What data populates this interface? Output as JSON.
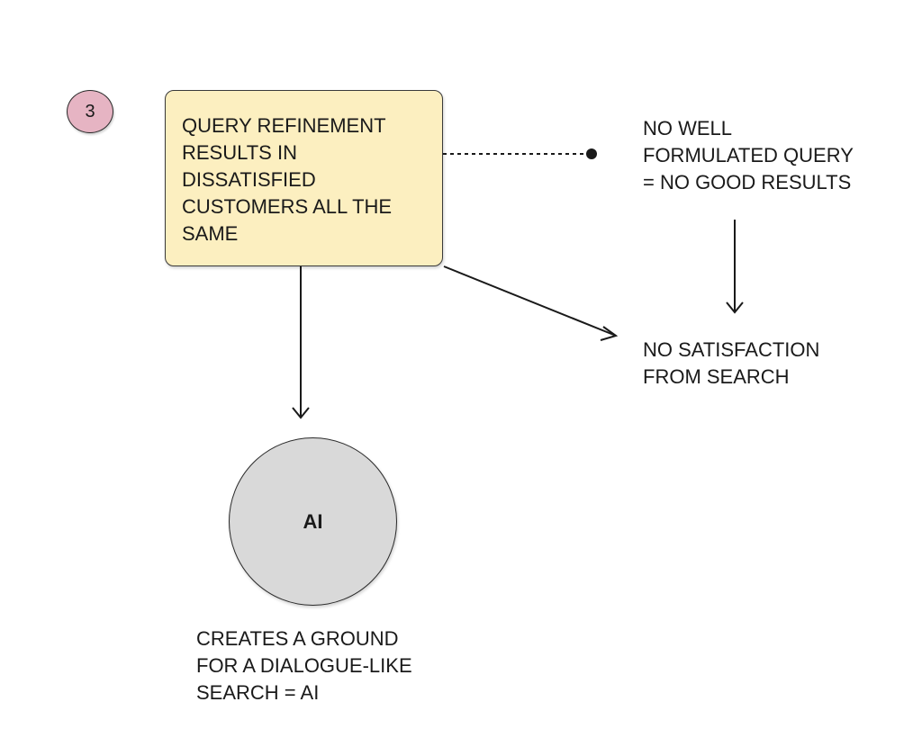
{
  "step_badge": {
    "label": "3"
  },
  "main_note": {
    "text": "QUERY REFINEMENT\nRESULTS IN\nDISSATISFIED\nCUSTOMERS ALL THE\nSAME"
  },
  "note_query": {
    "text": "NO WELL\nFORMULATED QUERY\n= NO GOOD RESULTS"
  },
  "note_satisfaction": {
    "text": "NO SATISFACTION\nFROM SEARCH"
  },
  "ai_node": {
    "label": "AI"
  },
  "note_ai": {
    "text": "CREATES A GROUND\nFOR A DIALOGUE-LIKE\nSEARCH = AI"
  },
  "colors": {
    "note_fill": "#fcefc0",
    "badge_fill": "#e6b4c3",
    "circle_fill": "#d9d9d9",
    "line": "#1a1a1a"
  }
}
